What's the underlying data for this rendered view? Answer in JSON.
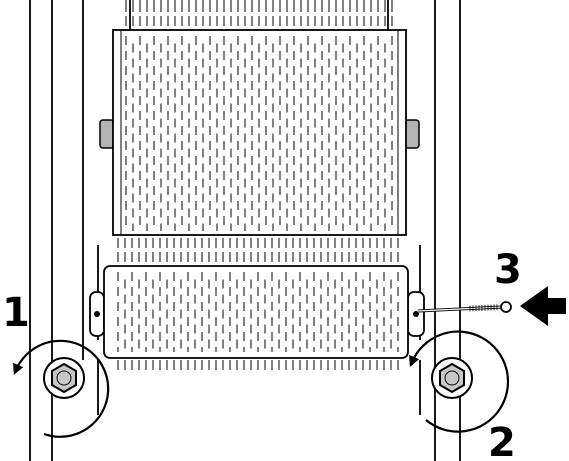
{
  "steps": {
    "step1": "1",
    "step2": "2",
    "step3": "3"
  },
  "icons": {
    "left_rotation": "counterclockwise-arrow-icon",
    "right_rotation": "clockwise-arrow-icon",
    "push_arrow": "left-arrow-icon",
    "left_bolt": "hex-bolt-icon",
    "right_bolt": "hex-bolt-icon",
    "pin_tool": "pin-tool-icon"
  },
  "colors": {
    "ink": "#000000",
    "paper": "#ffffff",
    "bolt_fill": "#c8c8c8",
    "shaft_fill": "#b4b4b4"
  }
}
